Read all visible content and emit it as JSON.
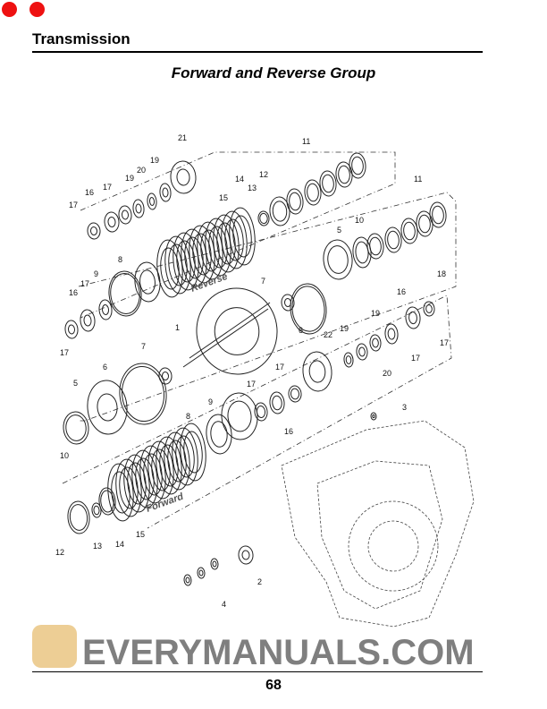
{
  "header": {
    "section": "Transmission",
    "title": "Forward and Reverse Group"
  },
  "diagram": {
    "group_labels": {
      "reverse": "Reverse",
      "forward": "Forward"
    },
    "callouts": [
      "21",
      "11",
      "19",
      "20",
      "19",
      "17",
      "16",
      "17",
      "14",
      "12",
      "13",
      "15",
      "11",
      "10",
      "5",
      "8",
      "9",
      "17",
      "16",
      "7",
      "18",
      "16",
      "19",
      "1",
      "6",
      "22",
      "19",
      "17",
      "17",
      "7",
      "17",
      "20",
      "6",
      "17",
      "5",
      "17",
      "9",
      "8",
      "16",
      "3",
      "10",
      "15",
      "14",
      "13",
      "12",
      "2",
      "4"
    ],
    "watermark": "EVERYMANUALS.COM"
  },
  "footer": {
    "page_number": "68"
  },
  "colors": {
    "dots": "#ee1111",
    "watermark": "#7f7f7f",
    "watermark_badge": "#e8c27a"
  }
}
